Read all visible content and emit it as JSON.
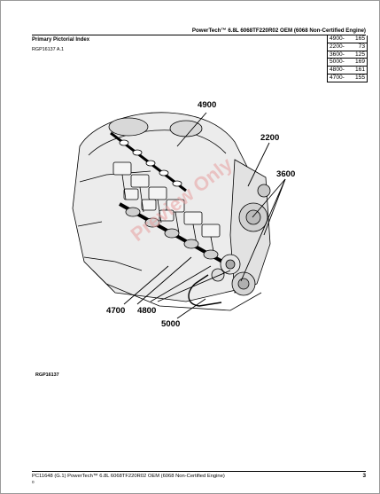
{
  "header": {
    "title": "PowerTech™ 6.8L 6068TF220R02 OEM (6068 Non-Certified Engine)"
  },
  "section": {
    "title": "Primary Pictorial Index",
    "code": "RGP16137 A.1"
  },
  "index_table": [
    {
      "group": "4900-",
      "page": "165"
    },
    {
      "group": "2200-",
      "page": "73"
    },
    {
      "group": "3600-",
      "page": "125"
    },
    {
      "group": "5000-",
      "page": "169"
    },
    {
      "group": "4800-",
      "page": "161"
    },
    {
      "group": "4700-",
      "page": "155"
    }
  ],
  "illustration": {
    "callouts": [
      "4900",
      "2200",
      "3600",
      "4700",
      "4800",
      "5000"
    ],
    "watermark": "Preview Only",
    "figure_code": "RGP16137"
  },
  "footer": {
    "text": "PC11648   (G.1)   PowerTech™ 6.8L 6068TF220R02 OEM (6068 Non-Certified Engine)",
    "sub": "0",
    "page_number": "3"
  },
  "colors": {
    "watermark": "#e8a0a0",
    "line": "#000000"
  }
}
